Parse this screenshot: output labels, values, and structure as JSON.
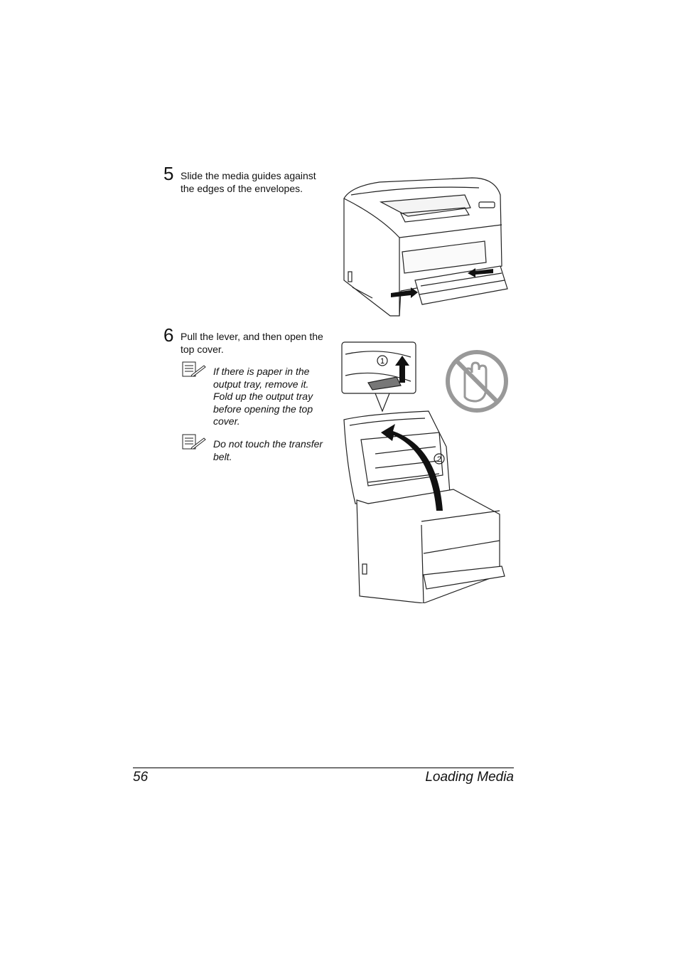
{
  "steps": [
    {
      "number": "5",
      "text_line1": "Slide the media guides against",
      "text_line2": "the edges of the envelopes."
    },
    {
      "number": "6",
      "text_line1": "Pull the lever, and then open the",
      "text_line2": "top cover."
    }
  ],
  "notes": [
    {
      "lines": [
        "If there is paper in the",
        "output tray, remove it.",
        "Fold up the output tray",
        "before opening the top",
        "cover."
      ]
    },
    {
      "lines": [
        "Do not touch the transfer",
        "belt."
      ]
    }
  ],
  "figure_labels": {
    "callout_1": "1",
    "callout_2": "2"
  },
  "icons": {
    "note": "note-pencil-icon",
    "prohibit": "no-touch-hand-icon"
  },
  "footer": {
    "page_number": "56",
    "section_title": "Loading Media"
  }
}
